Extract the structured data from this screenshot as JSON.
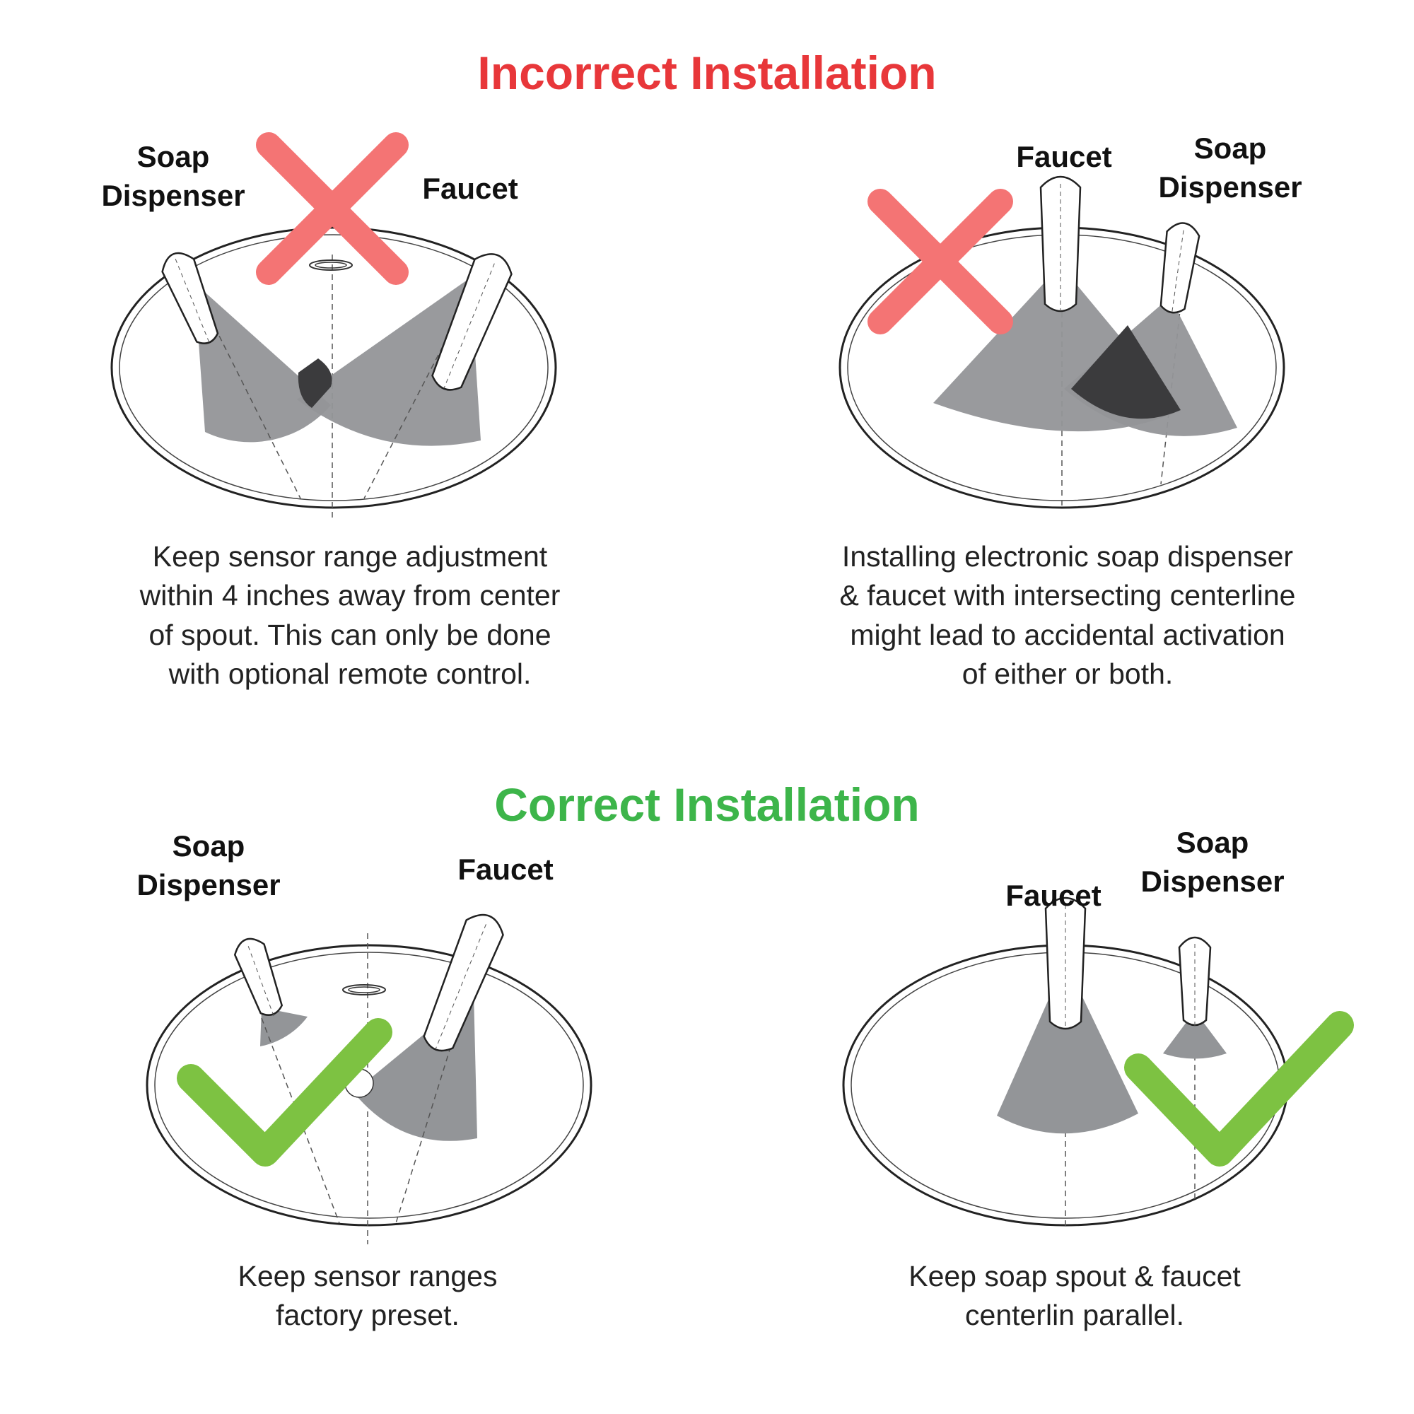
{
  "sections": {
    "incorrect_title": "Incorrect Installation",
    "correct_title": "Correct Installation"
  },
  "panels": [
    {
      "soap_label": "Soap\nDispenser",
      "faucet_label": "Faucet",
      "caption": "Keep sensor range adjustment\nwithin 4 inches away from center\nof spout. This can only be done\nwith optional remote control.",
      "status": "incorrect"
    },
    {
      "soap_label": "Soap\nDispenser",
      "faucet_label": "Faucet",
      "caption": "Installing electronic soap dispenser\n& faucet with intersecting centerline\nmight lead to accidental activation\nof either or both.",
      "status": "incorrect"
    },
    {
      "soap_label": "Soap\nDispenser",
      "faucet_label": "Faucet",
      "caption": "Keep sensor ranges\nfactory preset.",
      "status": "correct"
    },
    {
      "soap_label": "Soap\nDispenser",
      "faucet_label": "Faucet",
      "caption": "Keep soap spout & faucet\ncenterlin parallel.",
      "status": "correct"
    }
  ],
  "colors": {
    "incorrect": "#e8373a",
    "correct": "#3db54a",
    "x_mark": "#f47474",
    "check_mark": "#7dc242",
    "sensor_range": "#939598",
    "sensor_overlap": "#3b3b3d"
  },
  "icons": {
    "incorrect": "x-mark-icon",
    "correct": "check-mark-icon"
  }
}
